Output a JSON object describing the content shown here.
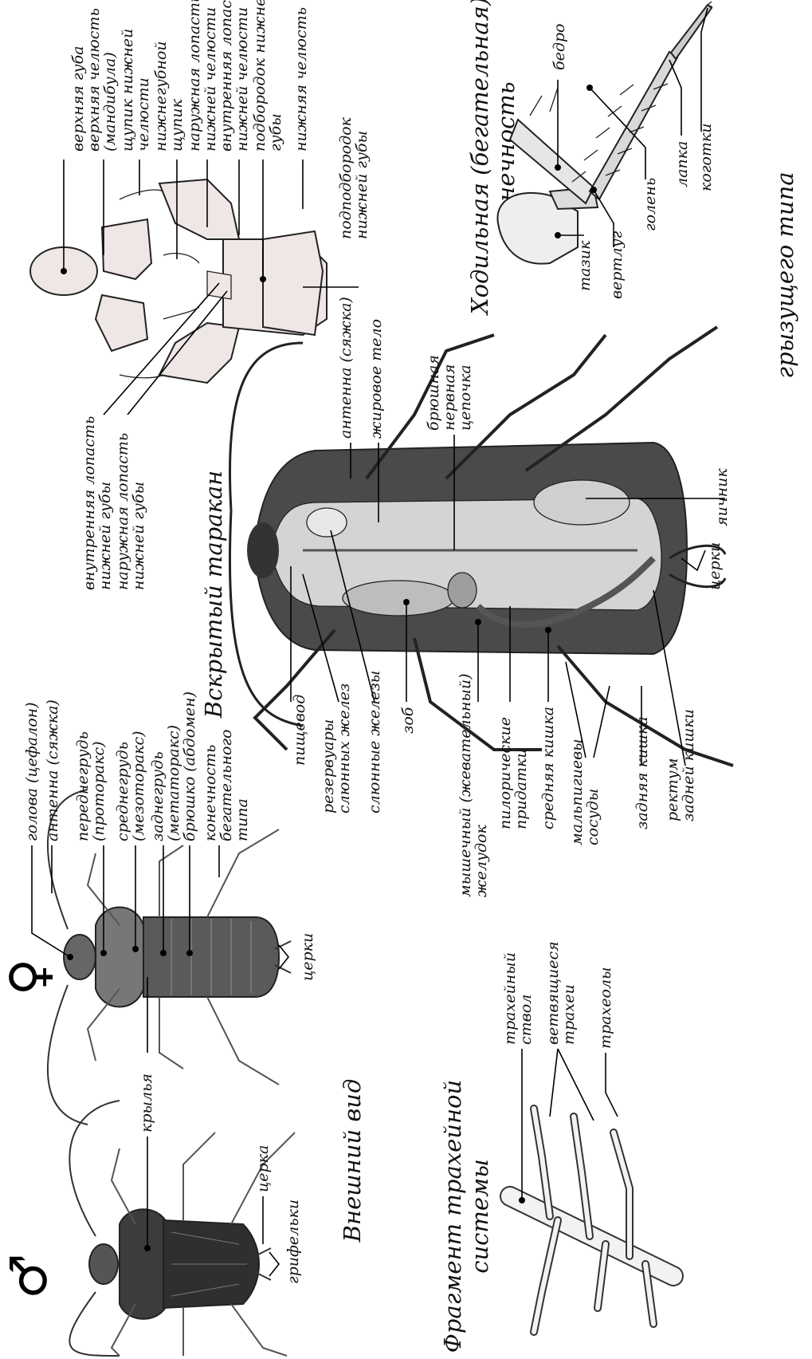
{
  "sections": {
    "top_right_partial_title": "грызущего типа",
    "running_leg_title": [
      "Ходильная (бегательная)",
      "конечность"
    ],
    "dissected_title": "Вскрытый таракан",
    "external_title": "Внешний вид",
    "tracheal_title": [
      "Фрагмент трахейной",
      "системы"
    ]
  },
  "sex_symbols": {
    "female": "♀",
    "male": "♂"
  },
  "labels": {
    "mouthparts": {
      "upper_lip": "верхняя губа",
      "upper_jaw": [
        "верхняя челюсть",
        "(мандибула)"
      ],
      "lower_jaw_palp": [
        "щупик нижней",
        "челюсти"
      ],
      "lower_lip_palp": [
        "нижнегубной",
        "щупик"
      ],
      "lower_jaw_outer_lobe": [
        "наружная лопасть",
        "нижней челюсти"
      ],
      "lower_jaw_inner_lobe": [
        "внутренняя лопасть",
        "нижней челюсти"
      ],
      "lower_lip_chin": [
        "подбородок нижней",
        "губы"
      ],
      "lower_jaw": "нижняя челюсть",
      "lower_lip_subchin": [
        "подподбородок",
        "нижней губы"
      ],
      "lower_lip_inner_lobe": [
        "внутренняя лопасть",
        "нижней губы"
      ],
      "lower_lip_outer_lobe": [
        "наружная лопасть",
        "нижней губы"
      ]
    },
    "leg": {
      "thigh": "бедро",
      "tarsus": "лапка",
      "claws": "коготки",
      "shin": "голень",
      "trochanter": "вертлуг",
      "coxa": "тазик"
    },
    "dissected": {
      "antenna": "антенна (сяжка)",
      "fat_body": "жировое тело",
      "nerve_chain": [
        "брюшная",
        "нервная",
        "цепочка"
      ],
      "ovary": "яичник",
      "cerci": "церки",
      "esophagus": "пищевод",
      "salivary_reservoirs": [
        "резервуары",
        "слюнных желез"
      ],
      "salivary_glands": "слюнные железы",
      "crop": "зоб",
      "gizzard": [
        "мышечный (жевательный)",
        "желудок"
      ],
      "pyloric_appendages": [
        "пилорические",
        "придатки"
      ],
      "midgut": "средняя кишка",
      "malpighian_tubules": [
        "мальпигиевы",
        "сосуды"
      ],
      "hindgut": "задняя кишка",
      "rectum": [
        "ректум",
        "задней кишки"
      ]
    },
    "external": {
      "head": "голова (цефалон)",
      "antenna": "антенна (сяжка)",
      "prothorax": [
        "переднегрудь",
        "(проторакс)"
      ],
      "mesothorax": [
        "среднегрудь",
        "(мезоторакс)"
      ],
      "metathorax": [
        "заднегрудь",
        "(метаторакс)"
      ],
      "abdomen": "брюшко (абдомен)",
      "running_limb": [
        "конечность",
        "бегательного",
        "типа"
      ],
      "cerci": "церки",
      "wings": "крылья",
      "cercus": "церка",
      "styli": "грифельки"
    },
    "tracheal": {
      "trunk": [
        "трахейный",
        "ствол"
      ],
      "branching": [
        "ветвящиеся",
        "трахеи"
      ],
      "tracheoles": "трахеолы"
    }
  }
}
